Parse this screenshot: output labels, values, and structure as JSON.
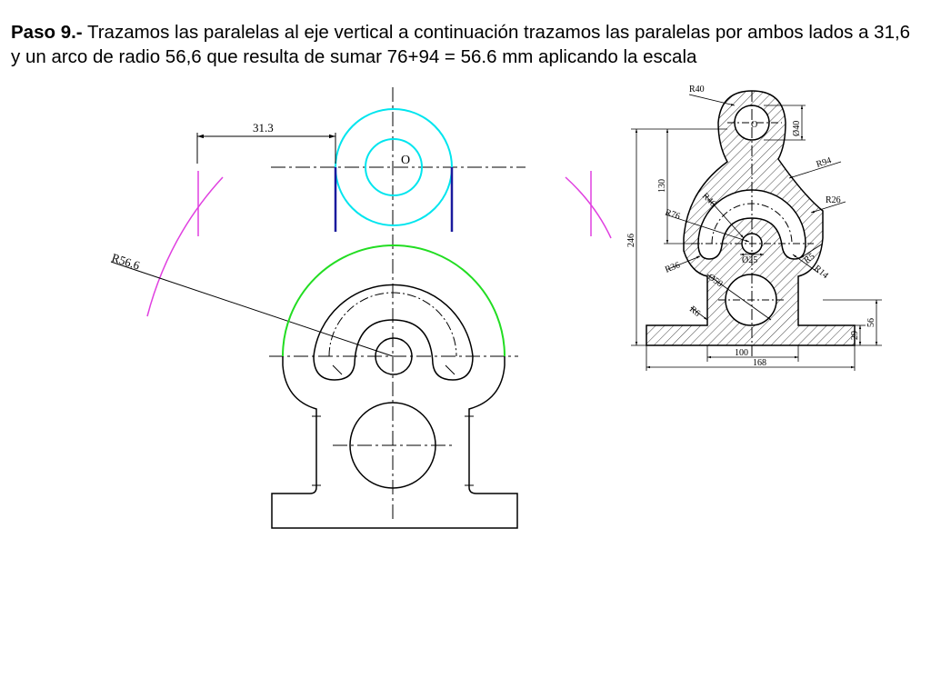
{
  "caption": {
    "step": "Paso 9.-",
    "text": " Trazamos las paralelas al eje vertical a continuación trazamos las paralelas por ambos lados a 31,6 y un arco de radio 56,6 que resulta de sumar 76+94 = 56.6 mm aplicando la escala"
  },
  "construction": {
    "dim_width": "31.3",
    "dim_radius": "R56.6",
    "center_label": "O"
  },
  "reference": {
    "center_label": "O",
    "labels": {
      "r40": "R40",
      "d40": "Ø40",
      "r94": "R94",
      "r26": "R26",
      "r46": "R46",
      "r76": "R76",
      "d25": "Ø25",
      "r36": "R36",
      "r5": "R5",
      "r14": "R14",
      "d50": "Ø50",
      "r6": "R6",
      "h130": "130",
      "h246": "246",
      "h56": "56",
      "h29": "29",
      "w100": "100",
      "w168": "168"
    }
  },
  "colors": {
    "outline": "#000000",
    "cyan": "#00e5ee",
    "blue": "#1a1a9e",
    "green": "#22dd22",
    "magenta": "#e040e0",
    "hatch": "#444444"
  }
}
